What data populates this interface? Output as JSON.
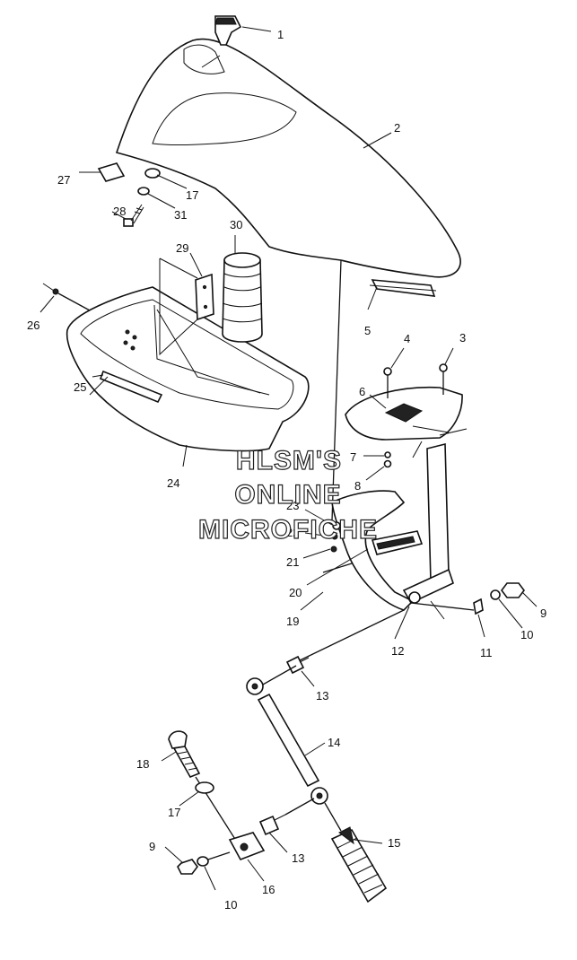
{
  "callouts": [
    "1",
    "2",
    "3",
    "4",
    "5",
    "6",
    "7",
    "8",
    "9",
    "10",
    "11",
    "12",
    "13",
    "14",
    "15",
    "16",
    "17",
    "18",
    "19",
    "20",
    "21",
    "22",
    "23",
    "24",
    "25",
    "26",
    "27",
    "28",
    "29",
    "30",
    "31"
  ],
  "lower_callouts": {
    "c13b": "13",
    "c17b": "17",
    "c9b": "9",
    "c10b": "10"
  },
  "watermark": [
    "HLSM'S",
    "ONLINE",
    "MICROFICHE"
  ]
}
